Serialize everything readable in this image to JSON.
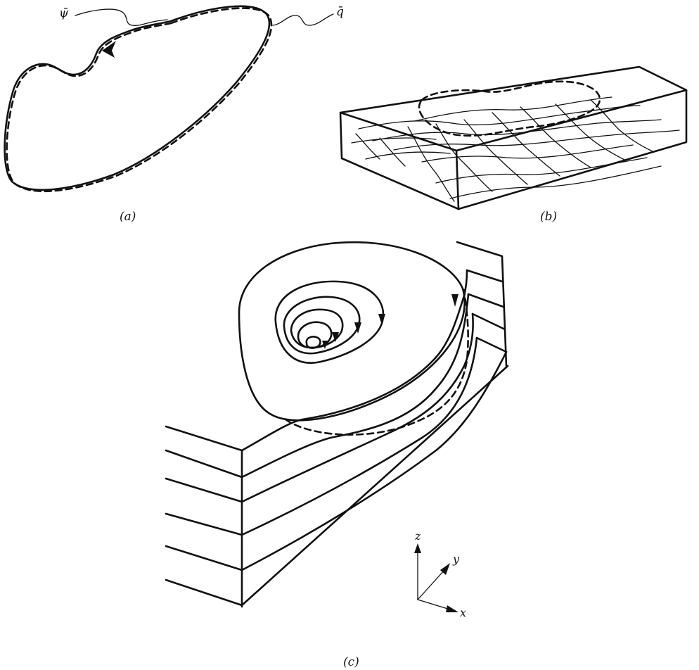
{
  "panel_a": {
    "label": "(a)",
    "psi_label": "ψ̄",
    "q_label": "q̄"
  },
  "panel_b": {
    "label": "(b)"
  },
  "panel_c": {
    "label": "(c)",
    "axes": {
      "z": "z",
      "y": "y",
      "x": "x"
    }
  }
}
